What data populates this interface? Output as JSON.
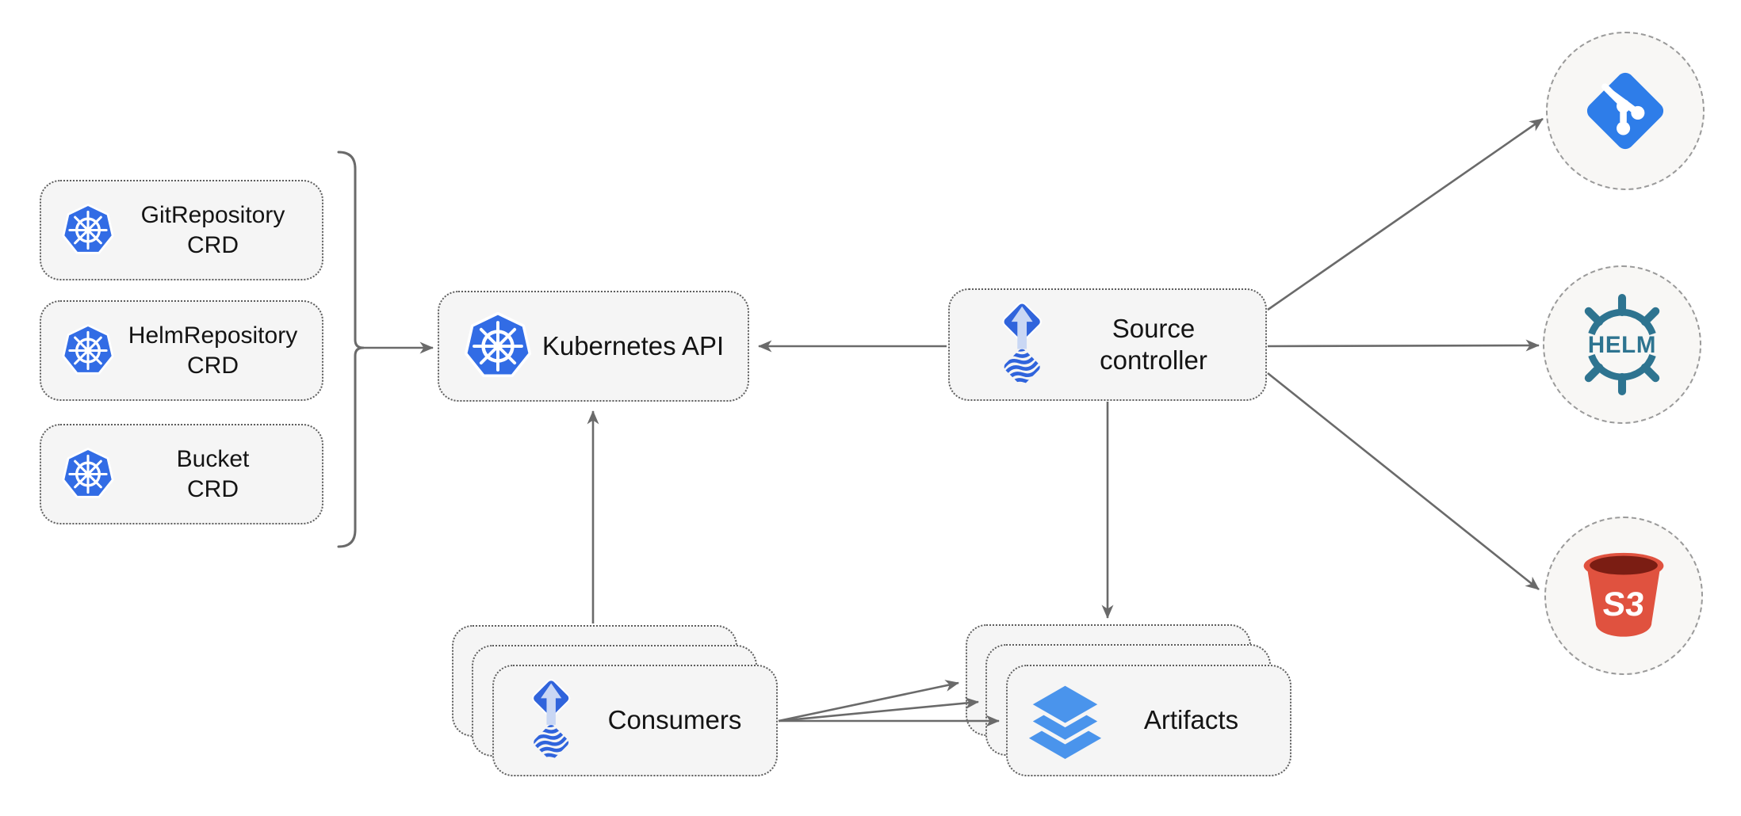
{
  "nodes": {
    "crd_boxes": [
      {
        "line1": "GitRepository",
        "line2": "CRD"
      },
      {
        "line1": "HelmRepository",
        "line2": "CRD"
      },
      {
        "line1": "Bucket",
        "line2": "CRD"
      }
    ],
    "kubernetes_api": {
      "label": "Kubernetes API"
    },
    "source_controller": {
      "line1": "Source",
      "line2": "controller"
    },
    "consumers": {
      "label": "Consumers"
    },
    "artifacts": {
      "label": "Artifacts"
    },
    "helm_source": {
      "label": "HELM"
    },
    "s3_source": {
      "label": "S3"
    }
  },
  "icons": {
    "kubernetes": "kubernetes-wheel-icon",
    "flux": "flux-diamond-arrow-icon",
    "layers": "stacked-layers-icon",
    "git": "git-branch-diamond-icon",
    "helm": "helm-wheel-icon",
    "s3": "s3-bucket-icon"
  },
  "colors": {
    "kubernetes_blue": "#326ce5",
    "flux_blue": "#3064dc",
    "flux_arrow_light": "#c9d7f4",
    "layers_blue": "#4a94ec",
    "git_blue": "#2e7de9",
    "helm_teal": "#2e7490",
    "s3_red": "#e0523f",
    "s3_dark_red": "#7b1d13",
    "arrow_gray": "#6a6a6a",
    "box_fill": "#f5f5f5",
    "box_border_dotted": "#5e5e5e",
    "circle_border_dashed": "#9a9a9a",
    "circle_fill": "#f8f7f5",
    "text": "#141414"
  },
  "edges": [
    {
      "from": "crd-bracket",
      "to": "kubernetes-api",
      "arrow": true
    },
    {
      "from": "source-controller",
      "to": "kubernetes-api",
      "arrow": true
    },
    {
      "from": "consumers",
      "to": "kubernetes-api",
      "arrow": true
    },
    {
      "from": "source-controller",
      "to": "artifacts",
      "arrow": true
    },
    {
      "from": "source-controller",
      "to": "git-source",
      "arrow": true
    },
    {
      "from": "source-controller",
      "to": "helm-source",
      "arrow": true
    },
    {
      "from": "source-controller",
      "to": "s3-source",
      "arrow": true
    },
    {
      "from": "consumers",
      "to": "artifacts-back",
      "arrow": true
    },
    {
      "from": "consumers",
      "to": "artifacts-middle",
      "arrow": true
    },
    {
      "from": "consumers",
      "to": "artifacts-front",
      "arrow": true
    }
  ]
}
